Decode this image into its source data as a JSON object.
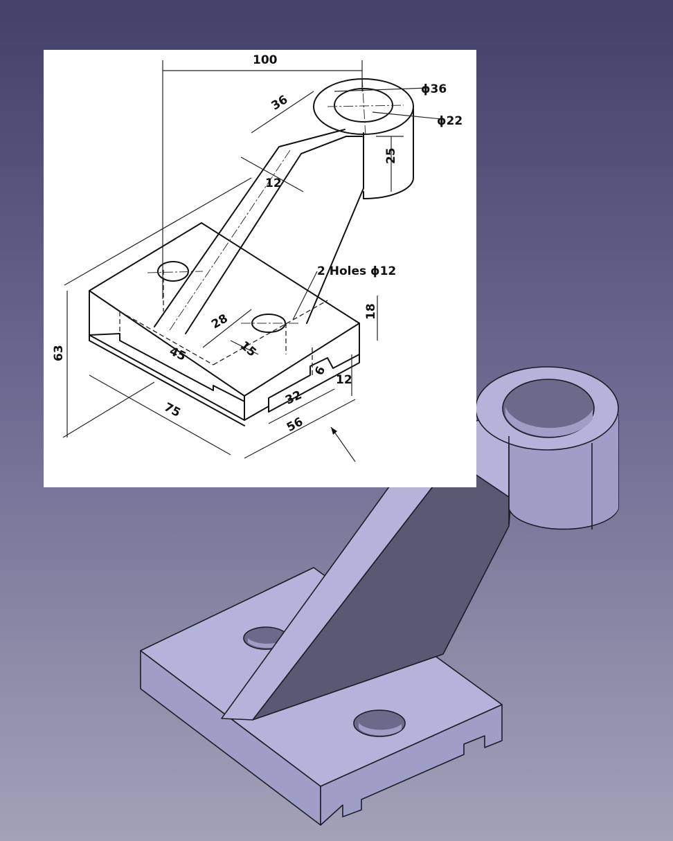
{
  "colors": {
    "background_top": "#41416a",
    "background_mid": "#6f6d92",
    "background_bottom": "#a3a2b8",
    "paper": "#ffffff",
    "model_top": "#b4b4da",
    "model_side_light": "#9e9ec6",
    "model_side_dark": "#575a72",
    "model_hole": "#6a6a8a"
  },
  "drawing": {
    "dimensions": {
      "overall_length": "100",
      "arm_length": "36",
      "boss_outer_diameter": "ϕ36",
      "boss_inner_diameter": "ϕ22",
      "boss_height": "25",
      "arm_thickness": "12",
      "hole_note": "2 Holes ϕ12",
      "base_thickness": "18",
      "overall_height": "63",
      "hole_spacing": "28",
      "slot_length": "45",
      "hole_offset": "15",
      "slot_depth": "6",
      "step_height": "12",
      "slot_width": "32",
      "base_width": "56",
      "base_length": "75"
    }
  },
  "model": {
    "description_icons": [
      "base-plate",
      "mounting-holes",
      "inclined-arm",
      "cylindrical-boss"
    ]
  }
}
